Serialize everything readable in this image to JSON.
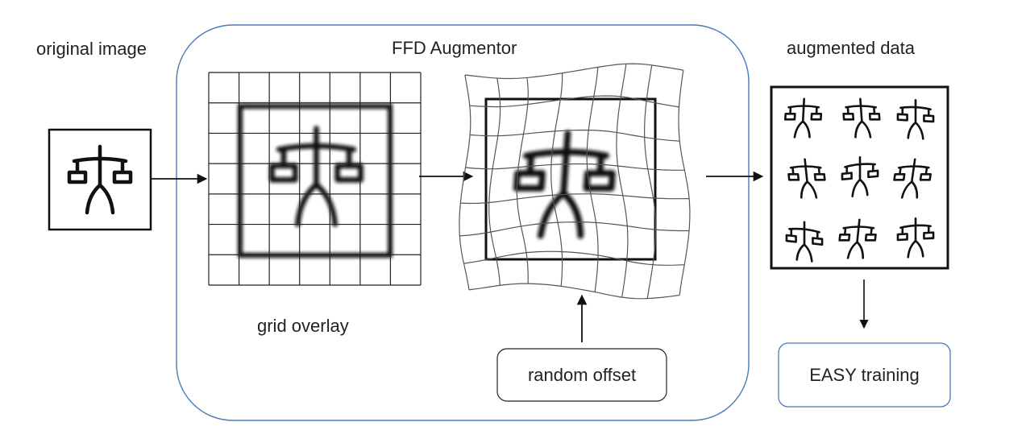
{
  "labels": {
    "original_image": "original image",
    "ffd_augmentor": "FFD Augmentor",
    "augmented_data": "augmented data",
    "grid_overlay": "grid overlay",
    "random_offset": "random offset",
    "easy_training": "EASY training"
  },
  "colors": {
    "container_border": "#4a7ab8",
    "easy_border": "#4a7ab8",
    "line": "#111111",
    "grid": "#222222",
    "warped_grid": "#555555"
  },
  "icons": [
    "balance-scale-glyph",
    "arrow-right-icon",
    "arrow-down-icon",
    "arrow-up-icon"
  ]
}
